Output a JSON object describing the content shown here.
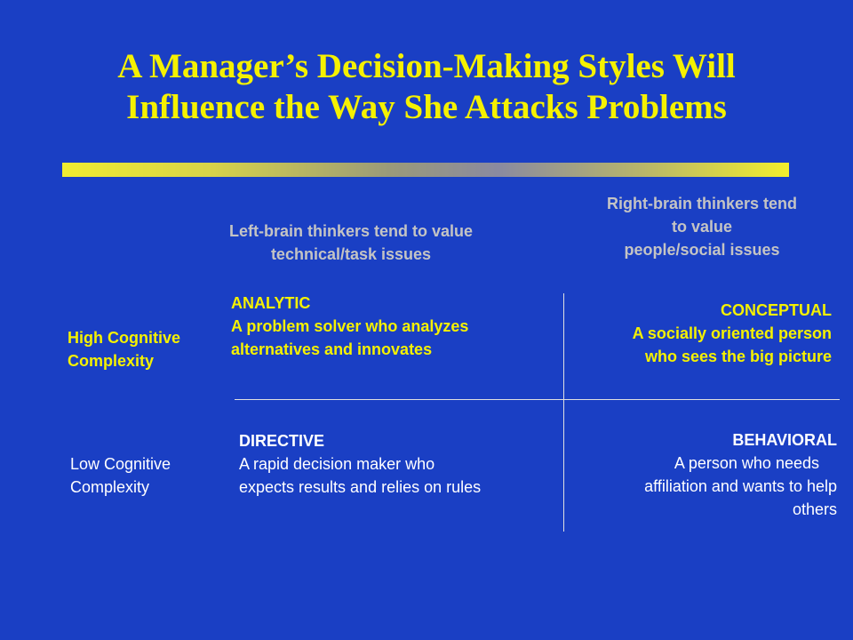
{
  "title": {
    "line1": "A Manager’s Decision-Making Styles Will",
    "line2": "Influence the Way She Attacks Problems"
  },
  "left_brain": {
    "line1": "Left-brain thinkers tend to value",
    "line2": "technical/task issues"
  },
  "right_brain": {
    "line1": "Right-brain thinkers tend",
    "line2": "to value",
    "line3": "people/social issues"
  },
  "rows": {
    "high": {
      "line1": "High Cognitive",
      "line2": "Complexity"
    },
    "low": {
      "line1": "Low Cognitive",
      "line2": "Complexity"
    }
  },
  "quadrants": {
    "analytic": {
      "heading": "ANALYTIC",
      "line1": "A problem solver who analyzes",
      "line2": "alternatives and innovates"
    },
    "conceptual": {
      "heading": "CONCEPTUAL",
      "line1": "A socially oriented person",
      "line2": "who sees the big picture"
    },
    "directive": {
      "heading": "DIRECTIVE",
      "line1": "A rapid decision maker who",
      "line2": "expects results and relies on rules"
    },
    "behavioral": {
      "heading": "BEHAVIORAL",
      "line1": "A person who needs",
      "line2": "affiliation and wants to help",
      "line3": "others"
    }
  },
  "colors": {
    "background": "#1a3fc4",
    "title": "#f5f100",
    "header_text": "#c4c4c4",
    "high_row_text": "#f5f100",
    "low_row_text": "#ffffff"
  }
}
